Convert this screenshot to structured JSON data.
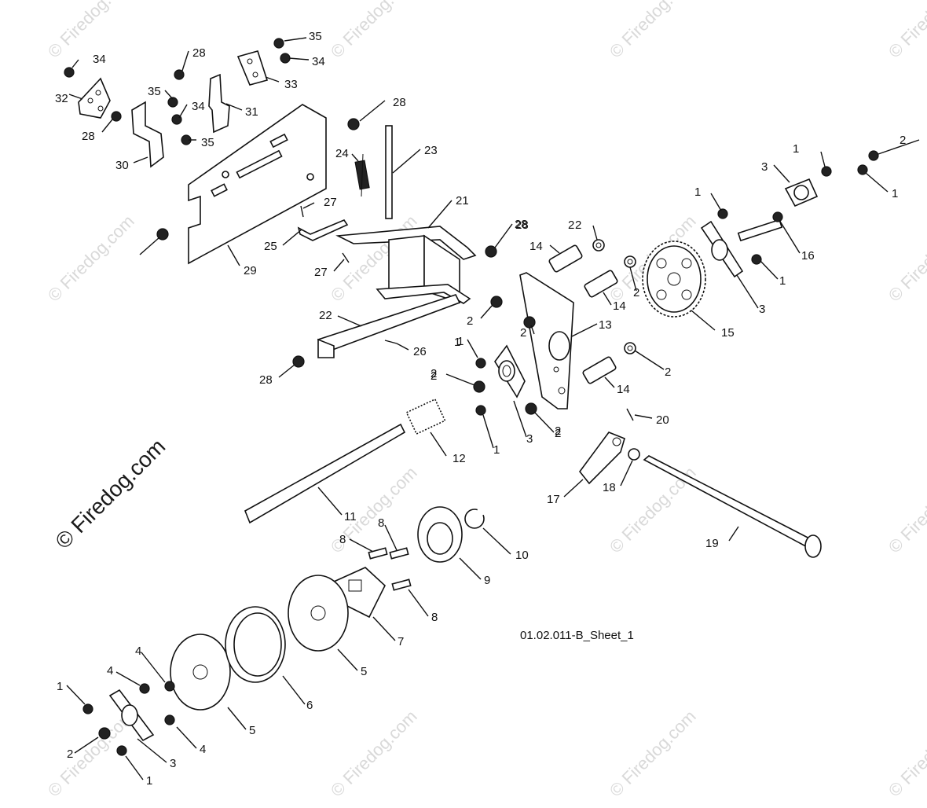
{
  "diagram": {
    "sheet_label": "01.02.011-B_Sheet_1",
    "watermark_text": "© Firedog.com",
    "callouts": [
      "34",
      "28",
      "35",
      "34",
      "33",
      "32",
      "35",
      "34",
      "31",
      "28",
      "35",
      "30",
      "28",
      "24",
      "23",
      "27",
      "21",
      "28",
      "25",
      "29",
      "27",
      "22",
      "26",
      "28",
      "1",
      "2",
      "3",
      "1",
      "1",
      "2",
      "2",
      "14",
      "28",
      "1",
      "16",
      "2",
      "14",
      "1",
      "3",
      "2",
      "15",
      "13",
      "2",
      "1",
      "2",
      "14",
      "2",
      "3",
      "2",
      "1",
      "20",
      "12",
      "17",
      "18",
      "11",
      "19",
      "8",
      "10",
      "8",
      "9",
      "8",
      "7",
      "6",
      "5",
      "5",
      "4",
      "4",
      "4",
      "1",
      "2",
      "3",
      "1",
      "2",
      "2"
    ]
  },
  "colors": {
    "ink": "#111111",
    "watermark": "#d9d9d9"
  }
}
